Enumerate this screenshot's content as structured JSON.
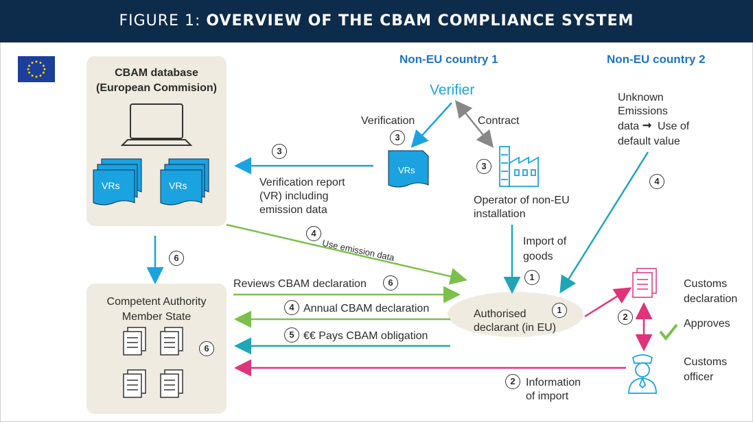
{
  "title": {
    "prefix": "FIGURE 1:",
    "main": "OVERVIEW OF THE CBAM COMPLIANCE SYSTEM"
  },
  "database": {
    "title1": "CBAM database",
    "title2": "(European Commision)",
    "vr_label": "VRs"
  },
  "authority": {
    "line1": "Competent Authority",
    "line2": "Member State"
  },
  "country1": "Non-EU country 1",
  "country2": "Non-EU country 2",
  "verifier": "Verifier",
  "verification": "Verification",
  "contract": "Contract",
  "vr_doc": "VRs",
  "vr_report": [
    "Verification report",
    "(VR) including",
    "emission data"
  ],
  "operator": [
    "Operator of non-EU",
    "installation"
  ],
  "unknown": [
    "Unknown",
    "Emissions",
    "data",
    "Use of",
    "default value"
  ],
  "import_goods": [
    "Import of",
    "goods"
  ],
  "use_emission": "Use emission data",
  "reviews": "Reviews CBAM declaration",
  "annual": "Annual CBAM declaration",
  "pays": "€€ Pays CBAM obligation",
  "declarant": [
    "Authorised",
    "declarant (in EU)"
  ],
  "customs_decl": [
    "Customs",
    "declaration"
  ],
  "approves": "Approves",
  "customs_officer": [
    "Customs",
    "officer"
  ],
  "info_import": [
    "Information",
    "of import"
  ],
  "steps": {
    "s1": "1",
    "s2": "2",
    "s3": "3",
    "s4": "4",
    "s5": "5",
    "s6": "6"
  },
  "colors": {
    "blue": "#1aa3e0",
    "teal": "#1fa6b6",
    "green": "#7cbf4a",
    "pink": "#e0337a",
    "navy": "#0d2b4a",
    "grey": "#888888"
  }
}
